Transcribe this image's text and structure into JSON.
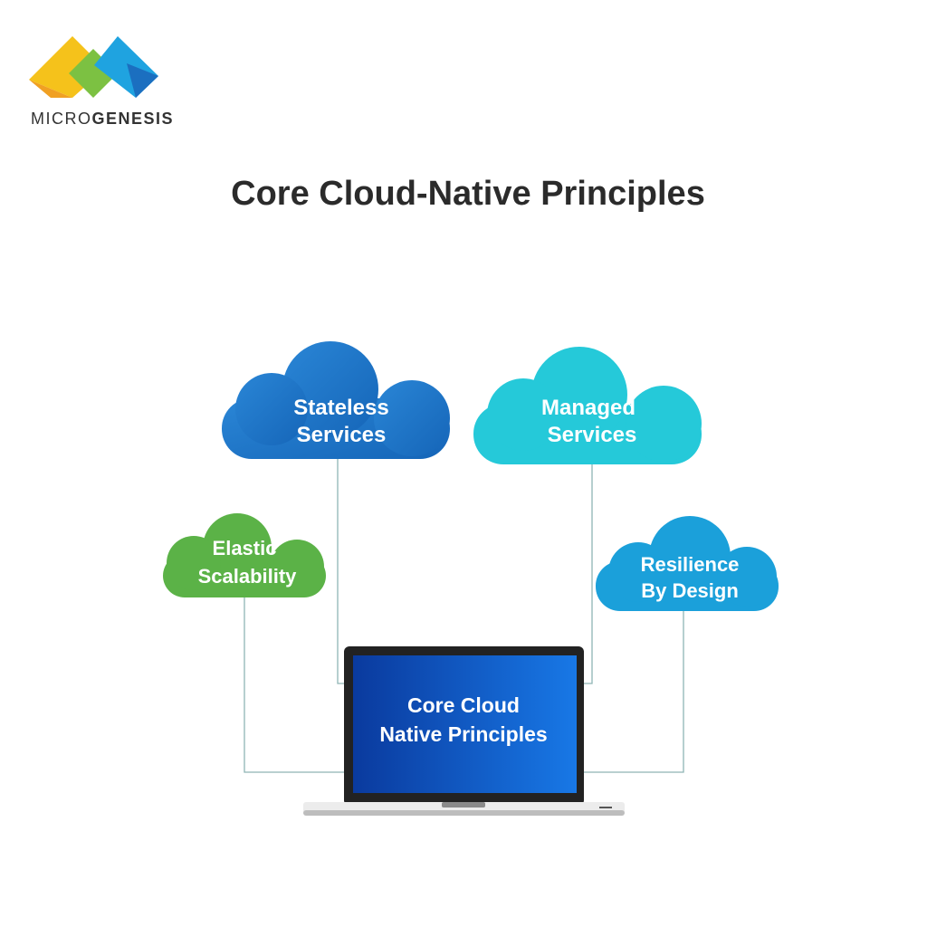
{
  "logo": {
    "brand_light": "MICRO",
    "brand_bold": "GENESIS"
  },
  "title": "Core Cloud-Native Principles",
  "clouds": [
    {
      "line1": "Stateless",
      "line2": "Services",
      "color": "#1b74c9"
    },
    {
      "line1": "Managed",
      "line2": "Services",
      "color": "#25c9d9"
    },
    {
      "line1": "Elastic",
      "line2": "Scalability",
      "color": "#5bb247"
    },
    {
      "line1": "Resilience",
      "line2": "By Design",
      "color": "#1ba0da"
    }
  ],
  "laptop": {
    "line1": "Core Cloud",
    "line2": "Native Principles"
  }
}
